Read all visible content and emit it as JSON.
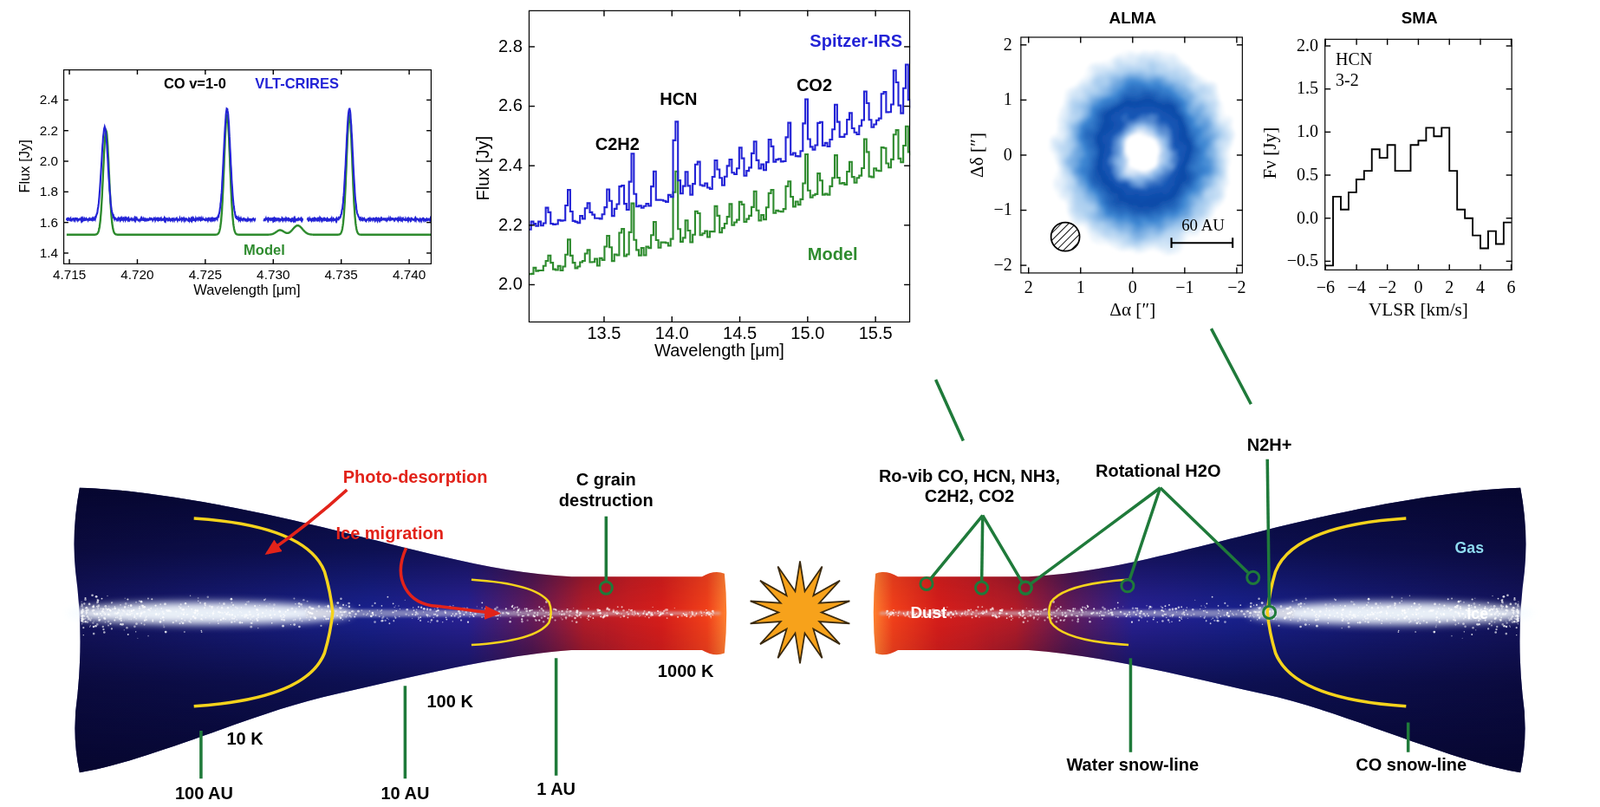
{
  "diagram": {
    "nodes": [
      {
        "text": [
          "CO v=1-0",
          "VLT-CRIRES",
          "Model"
        ]
      },
      {
        "text": [
          "Spitzer-IRS",
          "C2H2",
          "HCN",
          "CO2",
          "Model"
        ]
      },
      {
        "text": [
          "ALMA",
          "60 AU"
        ]
      },
      {
        "text": [
          "SMA",
          "HCN 3-2"
        ]
      }
    ],
    "labels": [
      "2.4",
      "2.2",
      "2.0",
      "1.8",
      "1.6",
      "1.4",
      "4.715",
      "4.720",
      "4.725",
      "4.730",
      "4.735",
      "4.740",
      "Flux [Jy]",
      "Wavelength [μm]",
      "2.8",
      "2.6",
      "2.4",
      "2.2",
      "2.0",
      "13.5",
      "14.0",
      "14.5",
      "15.0",
      "15.5",
      "Flux [Jy]",
      "Wavelength [μm]",
      "2",
      "1",
      "0",
      "−1",
      "−2",
      "2",
      "1",
      "0",
      "−1",
      "−2",
      "Δδ [″]",
      "Δα [″]",
      "2.0",
      "1.5",
      "1.0",
      "0.5",
      "0.0",
      "−0.5",
      "−6",
      "−4",
      "−2",
      "0",
      "2",
      "4",
      "6",
      "Fν [Jy]",
      "VLSR [km/s]",
      "Photo-desorption",
      "Ice migration",
      "C grain destruction",
      "1000 K",
      "10 K",
      "100 K",
      "100 AU",
      "10 AU",
      "1 AU",
      "Dust",
      "Ro-vib CO, HCN, NH3, C2H2, CO2",
      "Rotational H2O",
      "N2H+",
      "Gas",
      "Ice",
      "Water snow-line",
      "CO snow-line"
    ]
  }
}
